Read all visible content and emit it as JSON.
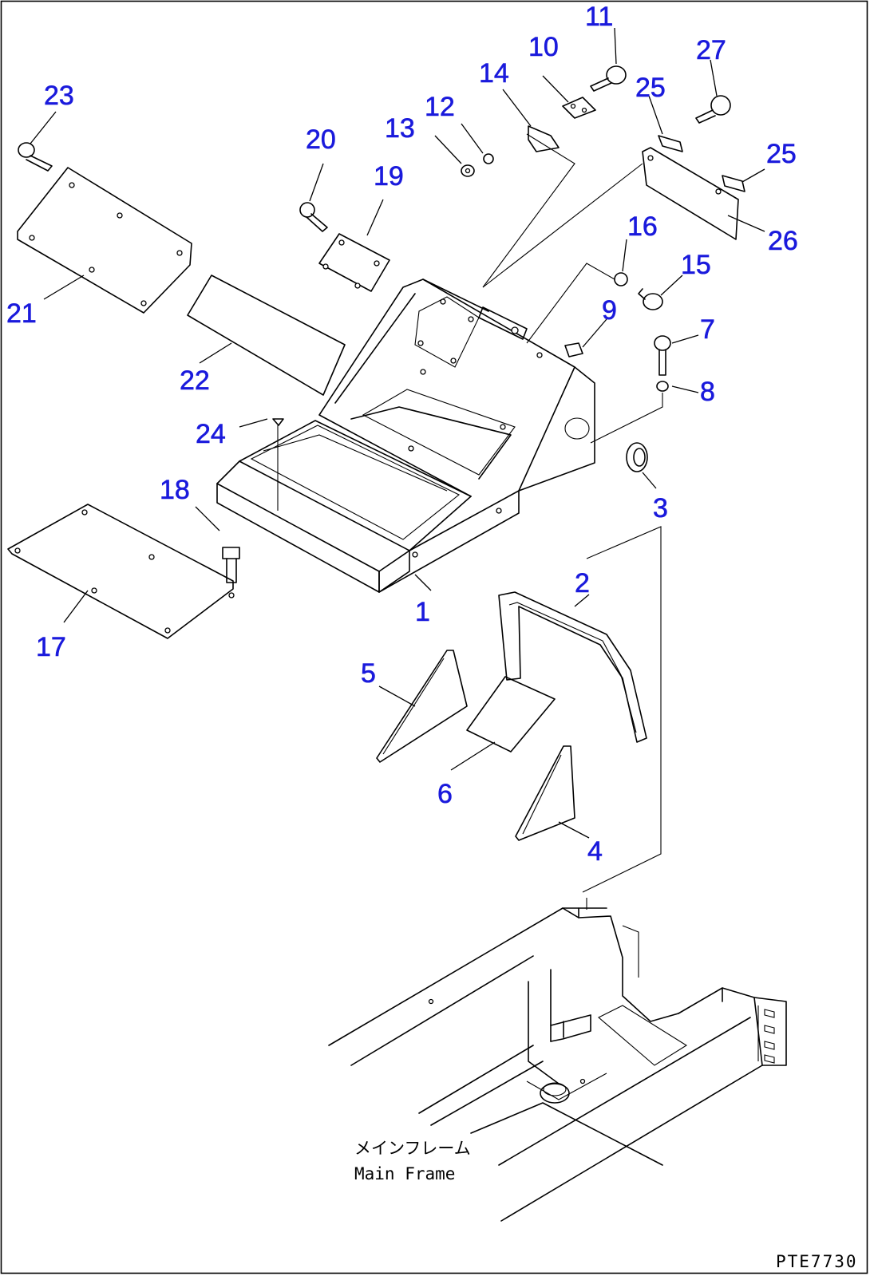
{
  "callouts": [
    {
      "id": "1",
      "text": "1"
    },
    {
      "id": "2",
      "text": "2"
    },
    {
      "id": "3",
      "text": "3"
    },
    {
      "id": "4",
      "text": "4"
    },
    {
      "id": "5",
      "text": "5"
    },
    {
      "id": "6",
      "text": "6"
    },
    {
      "id": "7",
      "text": "7"
    },
    {
      "id": "8",
      "text": "8"
    },
    {
      "id": "9",
      "text": "9"
    },
    {
      "id": "10",
      "text": "10"
    },
    {
      "id": "11",
      "text": "11"
    },
    {
      "id": "12",
      "text": "12"
    },
    {
      "id": "13",
      "text": "13"
    },
    {
      "id": "14",
      "text": "14"
    },
    {
      "id": "15",
      "text": "15"
    },
    {
      "id": "16",
      "text": "16"
    },
    {
      "id": "17",
      "text": "17"
    },
    {
      "id": "18",
      "text": "18"
    },
    {
      "id": "19",
      "text": "19"
    },
    {
      "id": "20",
      "text": "20"
    },
    {
      "id": "21",
      "text": "21"
    },
    {
      "id": "22",
      "text": "22"
    },
    {
      "id": "23",
      "text": "23"
    },
    {
      "id": "24",
      "text": "24"
    },
    {
      "id": "25a",
      "text": "25"
    },
    {
      "id": "25b",
      "text": "25"
    },
    {
      "id": "26",
      "text": "26"
    },
    {
      "id": "27",
      "text": "27"
    }
  ],
  "main_frame_label": {
    "japanese": "メインフレーム",
    "english": "Main Frame"
  },
  "drawing_id": "PTE7730",
  "colors": {
    "callout": "#1a1adc",
    "line": "#000000",
    "background": "#ffffff"
  }
}
